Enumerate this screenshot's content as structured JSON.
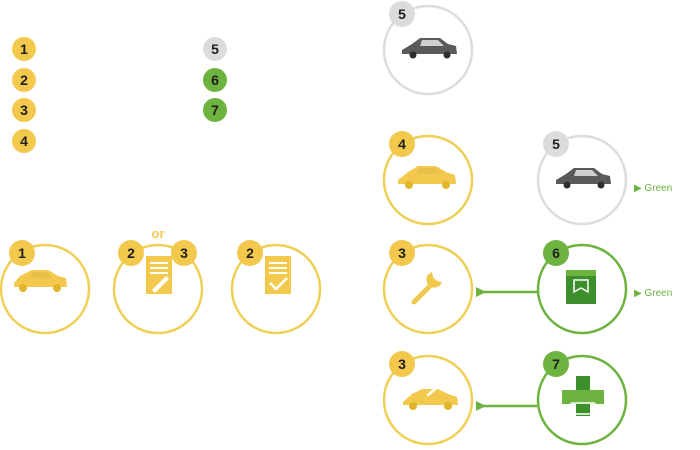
{
  "colors": {
    "yellow": "#f2c94c",
    "yellow_ring": "#f0cf57",
    "yellow_dark": "#e2b52b",
    "green": "#6db33f",
    "green_dark": "#3d8f2c",
    "gray_badge": "#dcdcdc",
    "gray_ring": "#dddddd",
    "text_dark": "#1e1e1e"
  },
  "legend": {
    "left_numbers": [
      "1",
      "2",
      "3",
      "4"
    ],
    "right_numbers": [
      "5",
      "6",
      "7"
    ]
  },
  "process_row": {
    "step1_badge": "1",
    "step2_badges": [
      "2",
      "3"
    ],
    "or_label": "or",
    "step3_badge": "2"
  },
  "right_panel": {
    "top_badge": "5",
    "row1_left_badge": "4",
    "row1_right_badge": "5",
    "row1_label": "▶ Green",
    "row2_left_badge": "3",
    "row2_right_badge": "6",
    "row2_label": "▶ Green",
    "row3_left_badge": "3",
    "row3_right_badge": "7"
  }
}
